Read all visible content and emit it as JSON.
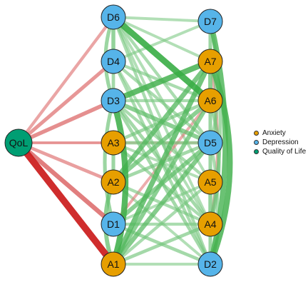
{
  "network": {
    "colors": {
      "Anxiety": "#e79f00",
      "Depression": "#56b4e9",
      "Quality of Life": "#009e73",
      "positive_edge": "#2ea83a",
      "negative_edge": "#cc2222"
    },
    "nodes": [
      {
        "id": "QoL",
        "label": "QoL",
        "group": "Quality of Life"
      },
      {
        "id": "D6",
        "label": "D6",
        "group": "Depression"
      },
      {
        "id": "D4",
        "label": "D4",
        "group": "Depression"
      },
      {
        "id": "D3",
        "label": "D3",
        "group": "Depression"
      },
      {
        "id": "A3",
        "label": "A3",
        "group": "Anxiety"
      },
      {
        "id": "A2",
        "label": "A2",
        "group": "Anxiety"
      },
      {
        "id": "D1",
        "label": "D1",
        "group": "Depression"
      },
      {
        "id": "A1",
        "label": "A1",
        "group": "Anxiety"
      },
      {
        "id": "D7",
        "label": "D7",
        "group": "Depression"
      },
      {
        "id": "A7",
        "label": "A7",
        "group": "Anxiety"
      },
      {
        "id": "A6",
        "label": "A6",
        "group": "Anxiety"
      },
      {
        "id": "D5",
        "label": "D5",
        "group": "Depression"
      },
      {
        "id": "A5",
        "label": "A5",
        "group": "Anxiety"
      },
      {
        "id": "A4",
        "label": "A4",
        "group": "Anxiety"
      },
      {
        "id": "D2",
        "label": "D2",
        "group": "Depression"
      }
    ],
    "edges": [
      {
        "from": "QoL",
        "to": "D6",
        "sign": "neg",
        "weight": 0.35
      },
      {
        "from": "QoL",
        "to": "D4",
        "sign": "neg",
        "weight": 0.45
      },
      {
        "from": "QoL",
        "to": "D3",
        "sign": "neg",
        "weight": 0.5
      },
      {
        "from": "QoL",
        "to": "A3",
        "sign": "neg",
        "weight": 0.3
      },
      {
        "from": "QoL",
        "to": "A2",
        "sign": "neg",
        "weight": 0.4
      },
      {
        "from": "QoL",
        "to": "D1",
        "sign": "neg",
        "weight": 0.6
      },
      {
        "from": "QoL",
        "to": "A1",
        "sign": "neg",
        "weight": 1.0
      },
      {
        "from": "QoL",
        "to": "D5",
        "sign": "neg",
        "weight": 0.2
      },
      {
        "from": "D6",
        "to": "D4",
        "sign": "pos",
        "weight": 0.5,
        "bend": 0
      },
      {
        "from": "D6",
        "to": "A6",
        "sign": "pos",
        "weight": 0.9
      },
      {
        "from": "D6",
        "to": "D7",
        "sign": "pos",
        "weight": 0.3
      },
      {
        "from": "D6",
        "to": "A7",
        "sign": "pos",
        "weight": 0.3
      },
      {
        "from": "D6",
        "to": "D5",
        "sign": "pos",
        "weight": 0.35
      },
      {
        "from": "D6",
        "to": "A5",
        "sign": "pos",
        "weight": 0.3
      },
      {
        "from": "D6",
        "to": "A4",
        "sign": "pos",
        "weight": 0.3
      },
      {
        "from": "D6",
        "to": "D2",
        "sign": "pos",
        "weight": 0.35
      },
      {
        "from": "D6",
        "to": "D3",
        "sign": "pos",
        "weight": 0.45,
        "bend": 22
      },
      {
        "from": "D4",
        "to": "D3",
        "sign": "pos",
        "weight": 0.4
      },
      {
        "from": "D4",
        "to": "D7",
        "sign": "pos",
        "weight": 0.3
      },
      {
        "from": "D4",
        "to": "A6",
        "sign": "pos",
        "weight": 0.35
      },
      {
        "from": "D4",
        "to": "D5",
        "sign": "pos",
        "weight": 0.35
      },
      {
        "from": "D4",
        "to": "A4",
        "sign": "pos",
        "weight": 0.3
      },
      {
        "from": "D4",
        "to": "D2",
        "sign": "pos",
        "weight": 0.35
      },
      {
        "from": "D3",
        "to": "A7",
        "sign": "pos",
        "weight": 0.8
      },
      {
        "from": "D3",
        "to": "D5",
        "sign": "pos",
        "weight": 0.55
      },
      {
        "from": "D3",
        "to": "A6",
        "sign": "pos",
        "weight": 0.35
      },
      {
        "from": "D3",
        "to": "A5",
        "sign": "pos",
        "weight": 0.35
      },
      {
        "from": "D3",
        "to": "A4",
        "sign": "pos",
        "weight": 0.4
      },
      {
        "from": "D3",
        "to": "D2",
        "sign": "pos",
        "weight": 0.4
      },
      {
        "from": "D3",
        "to": "D1",
        "sign": "pos",
        "weight": 0.45,
        "bend": 24
      },
      {
        "from": "A3",
        "to": "A6",
        "sign": "pos",
        "weight": 0.4
      },
      {
        "from": "A3",
        "to": "D5",
        "sign": "pos",
        "weight": 0.4
      },
      {
        "from": "A3",
        "to": "A5",
        "sign": "pos",
        "weight": 0.3
      },
      {
        "from": "A3",
        "to": "A4",
        "sign": "pos",
        "weight": 0.35
      },
      {
        "from": "A3",
        "to": "A2",
        "sign": "pos",
        "weight": 0.45
      },
      {
        "from": "A2",
        "to": "A7",
        "sign": "pos",
        "weight": 0.65
      },
      {
        "from": "A2",
        "to": "A6",
        "sign": "pos",
        "weight": 0.55
      },
      {
        "from": "A2",
        "to": "D5",
        "sign": "pos",
        "weight": 0.4
      },
      {
        "from": "A2",
        "to": "A4",
        "sign": "pos",
        "weight": 0.35
      },
      {
        "from": "A2",
        "to": "D2",
        "sign": "pos",
        "weight": 0.3
      },
      {
        "from": "A2",
        "to": "A1",
        "sign": "pos",
        "weight": 0.55,
        "bend": 22
      },
      {
        "from": "D1",
        "to": "D5",
        "sign": "pos",
        "weight": 0.55
      },
      {
        "from": "D1",
        "to": "A6",
        "sign": "neg",
        "weight": 0.3
      },
      {
        "from": "D1",
        "to": "A5",
        "sign": "pos",
        "weight": 0.3
      },
      {
        "from": "D1",
        "to": "A4",
        "sign": "pos",
        "weight": 0.35
      },
      {
        "from": "D1",
        "to": "D2",
        "sign": "pos",
        "weight": 0.4
      },
      {
        "from": "A1",
        "to": "A7",
        "sign": "pos",
        "weight": 0.7
      },
      {
        "from": "A1",
        "to": "A6",
        "sign": "pos",
        "weight": 0.55
      },
      {
        "from": "A1",
        "to": "D5",
        "sign": "pos",
        "weight": 0.6
      },
      {
        "from": "A1",
        "to": "A5",
        "sign": "pos",
        "weight": 0.35
      },
      {
        "from": "A1",
        "to": "A4",
        "sign": "pos",
        "weight": 0.4
      },
      {
        "from": "A1",
        "to": "D2",
        "sign": "pos",
        "weight": 0.3
      },
      {
        "from": "A1",
        "to": "D3",
        "sign": "pos",
        "weight": 0.85,
        "bend": 34
      },
      {
        "from": "D7",
        "to": "A7",
        "sign": "pos",
        "weight": 0.45
      },
      {
        "from": "D7",
        "to": "D2",
        "sign": "pos",
        "weight": 0.75,
        "bend": -42
      },
      {
        "from": "D7",
        "to": "A4",
        "sign": "pos",
        "weight": 0.4,
        "bend": -28
      },
      {
        "from": "A7",
        "to": "A6",
        "sign": "pos",
        "weight": 0.55
      },
      {
        "from": "A7",
        "to": "D5",
        "sign": "pos",
        "weight": 0.4,
        "bend": -18
      },
      {
        "from": "A7",
        "to": "D2",
        "sign": "pos",
        "weight": 0.8,
        "bend": -55
      },
      {
        "from": "A7",
        "to": "A4",
        "sign": "neg",
        "weight": 0.3,
        "bend": -20
      },
      {
        "from": "A6",
        "to": "D5",
        "sign": "pos",
        "weight": 0.45
      },
      {
        "from": "A6",
        "to": "A4",
        "sign": "pos",
        "weight": 0.45,
        "bend": -24
      },
      {
        "from": "D5",
        "to": "A5",
        "sign": "pos",
        "weight": 0.45
      },
      {
        "from": "D5",
        "to": "D2",
        "sign": "pos",
        "weight": 0.35,
        "bend": -20
      },
      {
        "from": "A5",
        "to": "A4",
        "sign": "pos",
        "weight": 0.5
      },
      {
        "from": "A4",
        "to": "D2",
        "sign": "pos",
        "weight": 0.45
      }
    ],
    "legend": [
      {
        "label": "Anxiety",
        "group": "Anxiety"
      },
      {
        "label": "Depression",
        "group": "Depression"
      },
      {
        "label": "Quality of Life",
        "group": "Quality of Life"
      }
    ]
  }
}
